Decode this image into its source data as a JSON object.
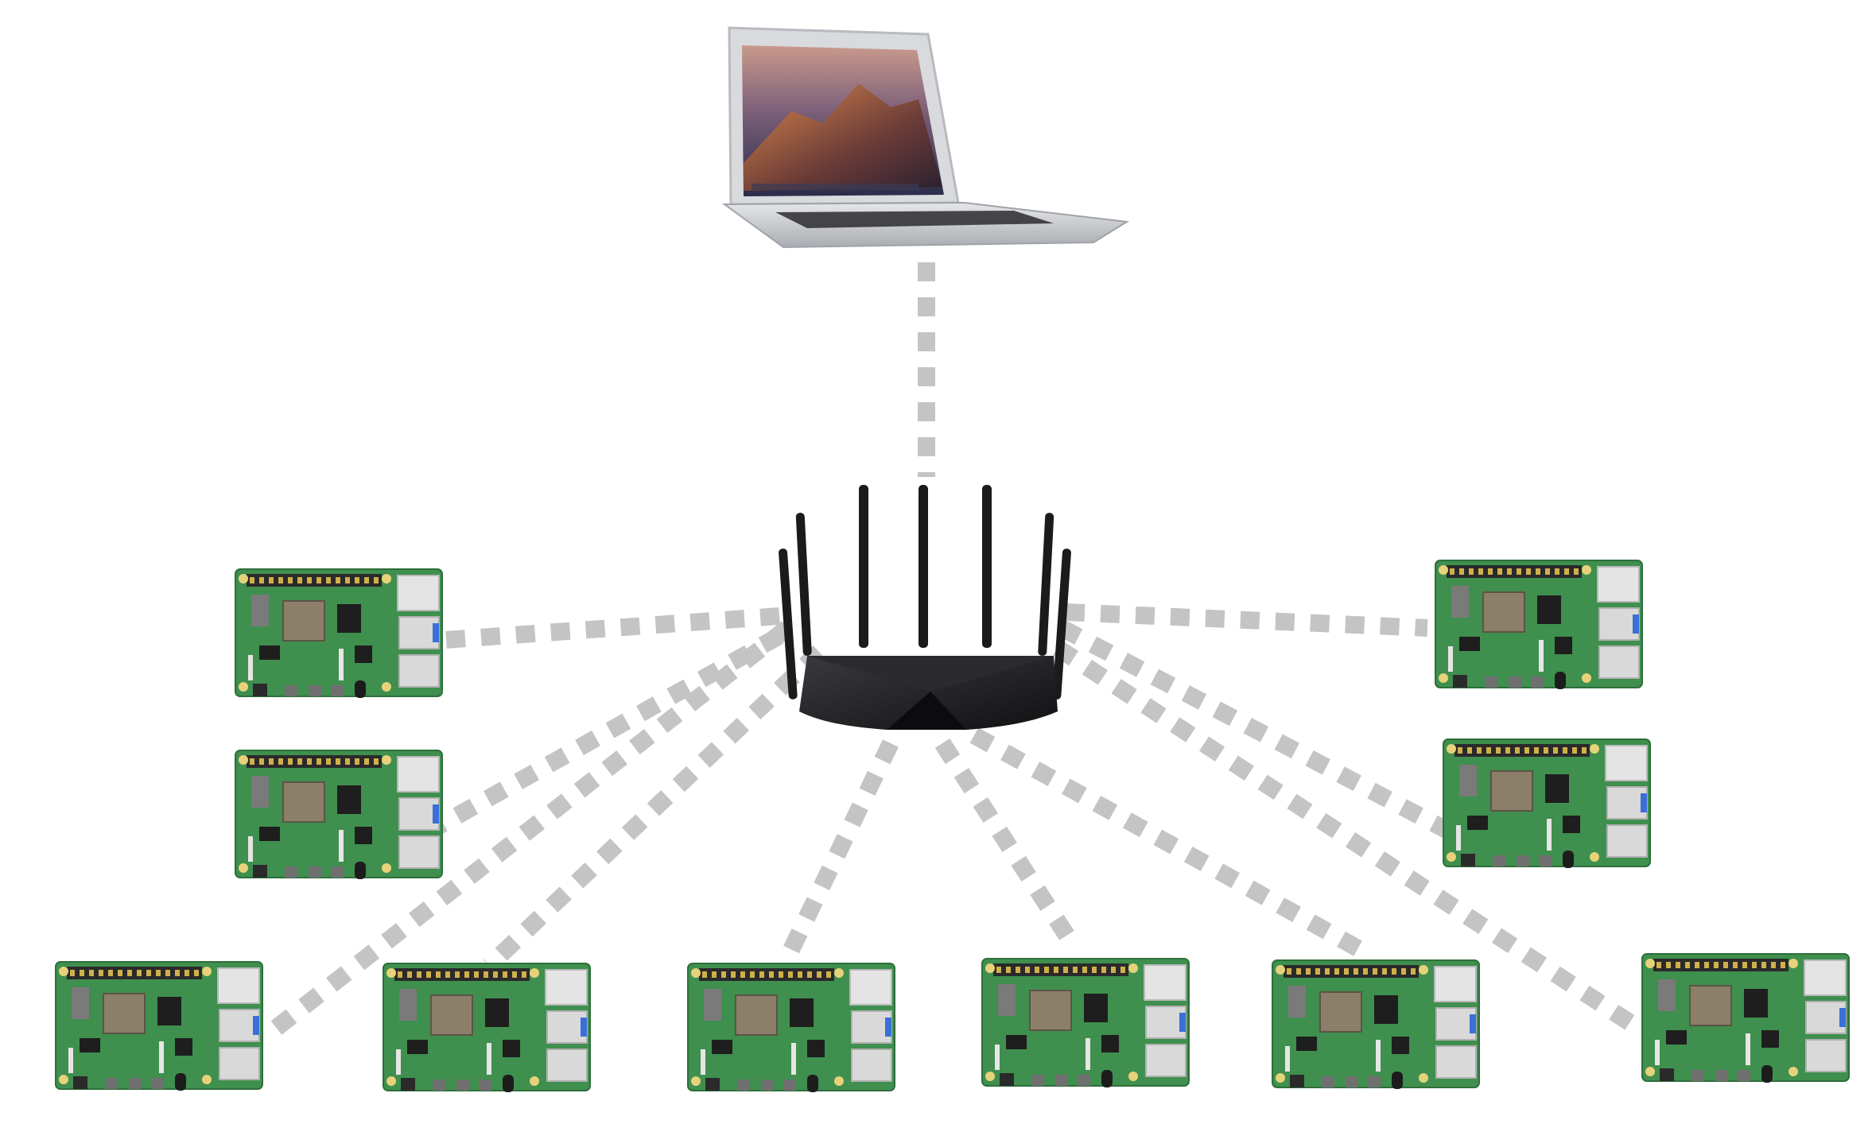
{
  "diagram": {
    "nodes": {
      "laptop": {
        "kind": "laptop",
        "icon": "laptop-icon"
      },
      "router": {
        "kind": "wireless-router",
        "icon": "router-icon",
        "antennas": 7
      },
      "boards": [
        {
          "id": "pi-1",
          "kind": "raspberry-pi",
          "icon": "raspberry-pi-icon"
        },
        {
          "id": "pi-2",
          "kind": "raspberry-pi",
          "icon": "raspberry-pi-icon"
        },
        {
          "id": "pi-3",
          "kind": "raspberry-pi",
          "icon": "raspberry-pi-icon"
        },
        {
          "id": "pi-4",
          "kind": "raspberry-pi",
          "icon": "raspberry-pi-icon"
        },
        {
          "id": "pi-5",
          "kind": "raspberry-pi",
          "icon": "raspberry-pi-icon"
        },
        {
          "id": "pi-6",
          "kind": "raspberry-pi",
          "icon": "raspberry-pi-icon"
        },
        {
          "id": "pi-7",
          "kind": "raspberry-pi",
          "icon": "raspberry-pi-icon"
        },
        {
          "id": "pi-8",
          "kind": "raspberry-pi",
          "icon": "raspberry-pi-icon"
        },
        {
          "id": "pi-9",
          "kind": "raspberry-pi",
          "icon": "raspberry-pi-icon"
        },
        {
          "id": "pi-10",
          "kind": "raspberry-pi",
          "icon": "raspberry-pi-icon"
        }
      ]
    },
    "links": [
      {
        "from": "laptop",
        "to": "router"
      },
      {
        "from": "router",
        "to": "pi-1"
      },
      {
        "from": "router",
        "to": "pi-2"
      },
      {
        "from": "router",
        "to": "pi-3"
      },
      {
        "from": "router",
        "to": "pi-4"
      },
      {
        "from": "router",
        "to": "pi-5"
      },
      {
        "from": "router",
        "to": "pi-6"
      },
      {
        "from": "router",
        "to": "pi-7"
      },
      {
        "from": "router",
        "to": "pi-8"
      },
      {
        "from": "router",
        "to": "pi-9"
      },
      {
        "from": "router",
        "to": "pi-10"
      }
    ],
    "colors": {
      "link": "#c4c4c4",
      "board_green": "#3f8f4e",
      "router_body": "#1f1f22",
      "laptop_silver": "#cfd1d4"
    }
  }
}
